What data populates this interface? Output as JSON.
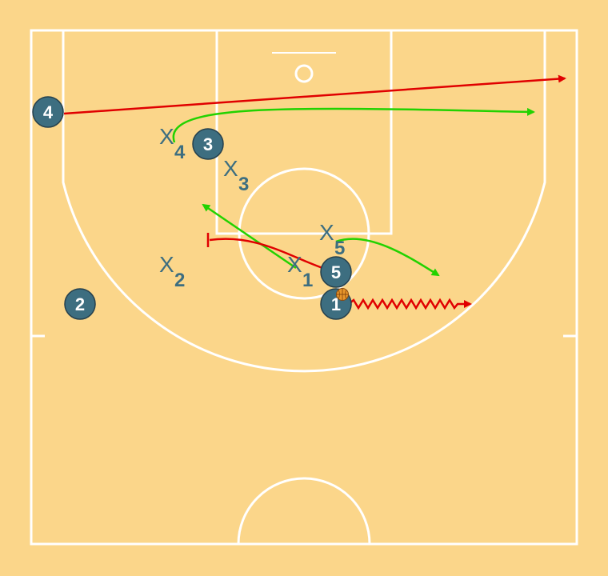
{
  "colors": {
    "floor": "#fbd68a",
    "lines": "#ffffff",
    "player": "#3d6e80",
    "player_border": "#26404c",
    "ball": "#e8962a",
    "cut": "#e00000",
    "pass": "#22d200"
  },
  "offense": [
    {
      "number": "1"
    },
    {
      "number": "2"
    },
    {
      "number": "3"
    },
    {
      "number": "4"
    },
    {
      "number": "5"
    }
  ],
  "defense": [
    {
      "mark": "X",
      "number": "1"
    },
    {
      "mark": "X",
      "number": "2"
    },
    {
      "mark": "X",
      "number": "3"
    },
    {
      "mark": "X",
      "number": "4"
    },
    {
      "mark": "X",
      "number": "5"
    }
  ],
  "ball_holder": "1",
  "movements": [
    {
      "kind": "cut",
      "player": "4",
      "style": "arrow",
      "color": "red"
    },
    {
      "kind": "pass",
      "player": "4",
      "style": "arrow",
      "color": "green"
    },
    {
      "kind": "pass",
      "player": "1",
      "style": "arrow",
      "color": "green"
    },
    {
      "kind": "screen",
      "player": "5",
      "style": "screen",
      "color": "red"
    },
    {
      "kind": "pass",
      "player": "5",
      "style": "arrow",
      "color": "green"
    },
    {
      "kind": "dribble",
      "player": "1",
      "style": "zigzag-arrow",
      "color": "red"
    }
  ]
}
